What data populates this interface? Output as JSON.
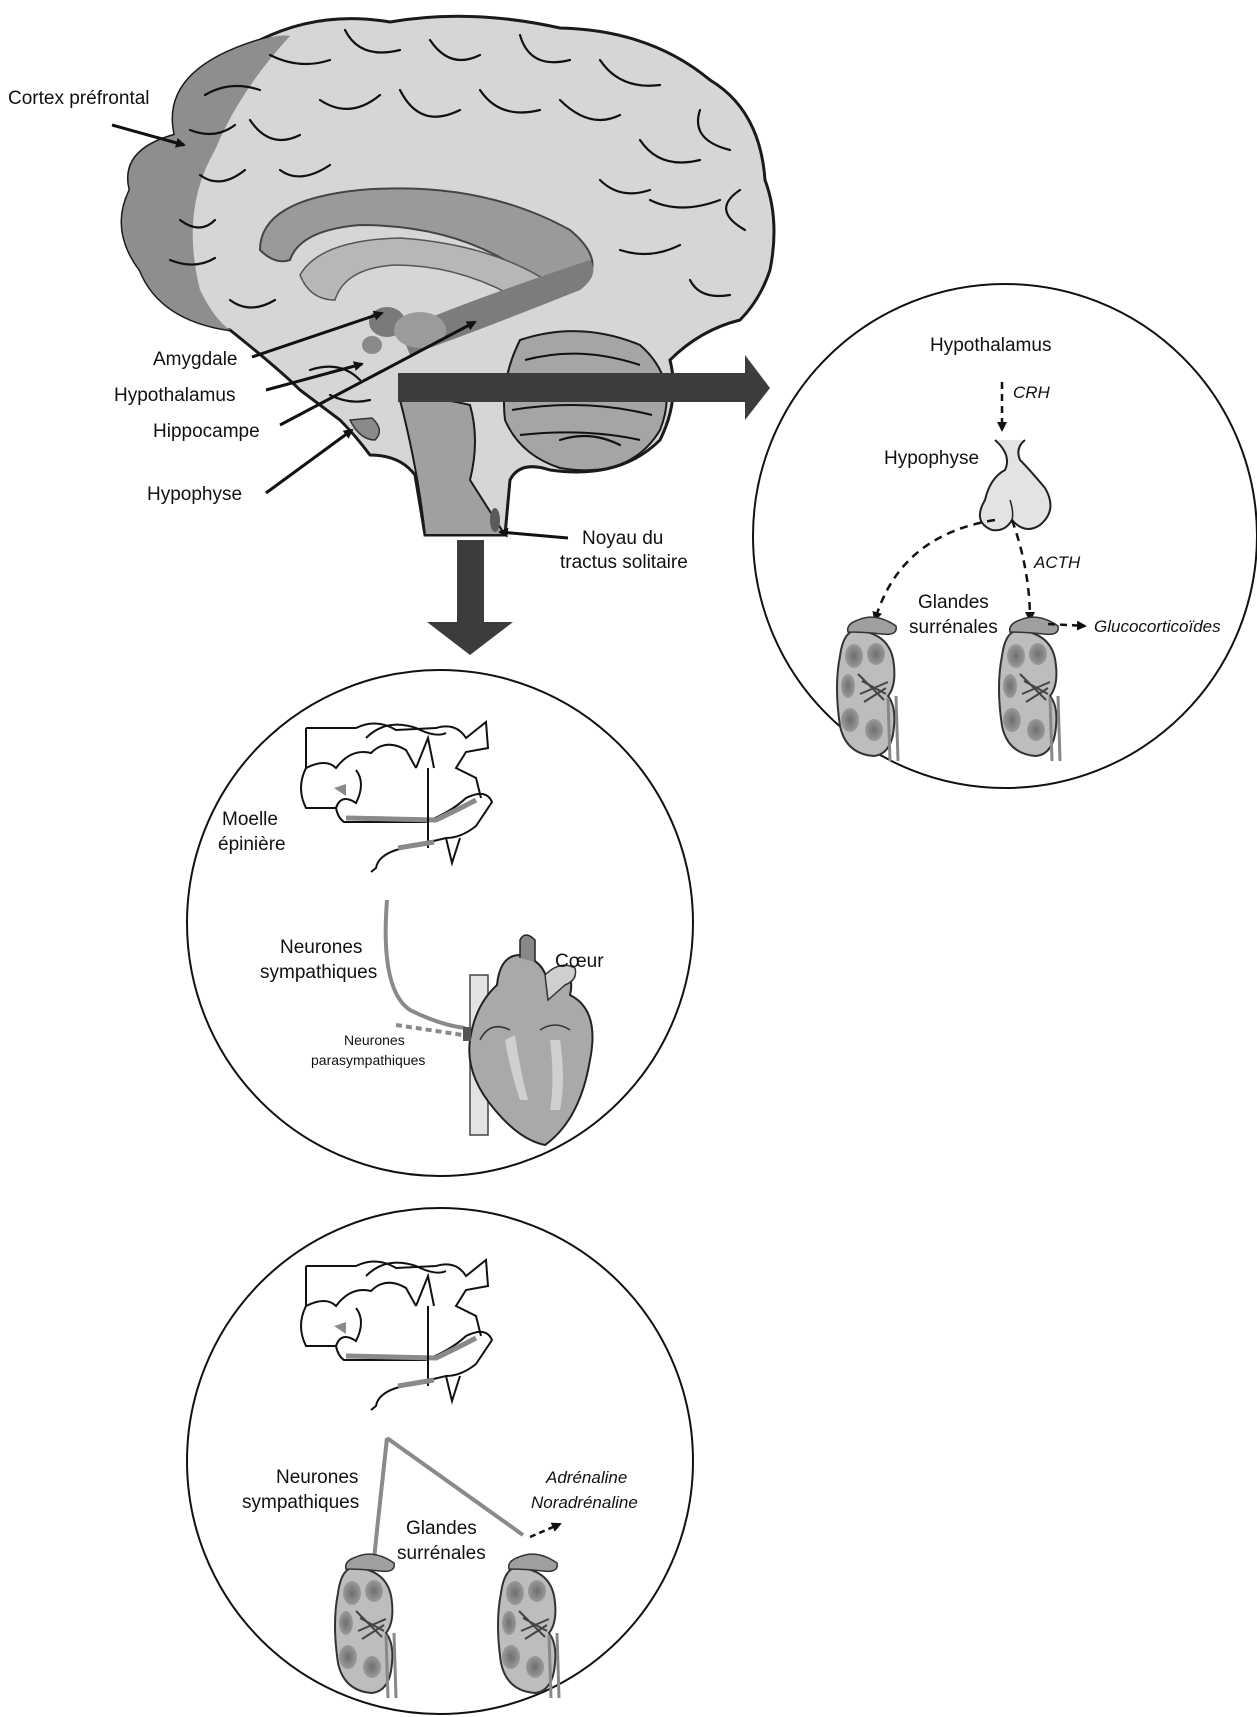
{
  "brain": {
    "labels": {
      "prefrontal_cortex": "Cortex préfrontal",
      "amygdala": "Amygdale",
      "hypothalamus": "Hypothalamus",
      "hippocampus": "Hippocampe",
      "pituitary": "Hypophyse",
      "nts_line1": "Noyau du",
      "nts_line2": "tractus solitaire"
    }
  },
  "hpa_panel": {
    "hypothalamus": "Hypothalamus",
    "crh": "CRH",
    "pituitary": "Hypophyse",
    "acth": "ACTH",
    "adrenal_line1": "Glandes",
    "adrenal_line2": "surrénales",
    "glucocorticoids": "Glucocorticoïdes"
  },
  "heart_panel": {
    "spinal_line1": "Moelle",
    "spinal_line2": "épinière",
    "symp_line1": "Neurones",
    "symp_line2": "sympathiques",
    "heart": "Cœur",
    "parasymp_line1": "Neurones",
    "parasymp_line2": "parasympathiques"
  },
  "adrenal_panel": {
    "symp_line1": "Neurones",
    "symp_line2": "sympathiques",
    "adrenal_line1": "Glandes",
    "adrenal_line2": "surrénales",
    "adrenaline": "Adrénaline",
    "noradrenaline": "Noradrénaline"
  },
  "colors": {
    "arrow": "#3c3c3c",
    "brain_fill": "#d4d4d4",
    "cortex_dark": "#8c8c8c",
    "limbic": "#a8a8a8",
    "nerve": "#8a8a8a"
  }
}
